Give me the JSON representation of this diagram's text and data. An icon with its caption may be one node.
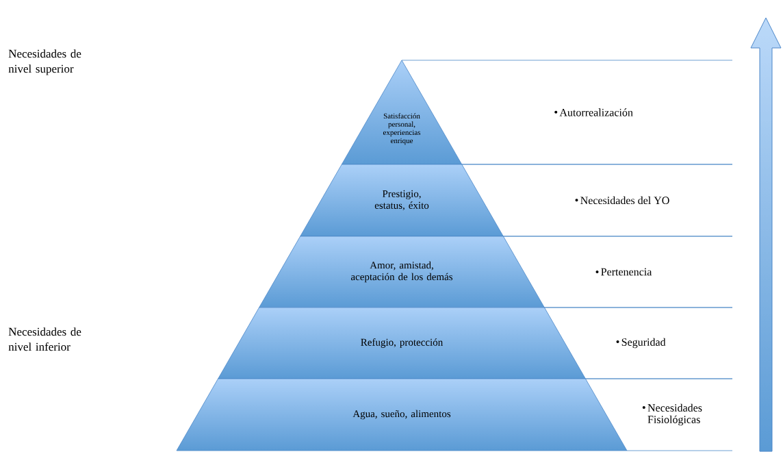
{
  "diagram": {
    "nodes": [
      {
        "text": [
          "Satisfacción personal, experiencias enrique"
        ]
      },
      {
        "text": [
          "Prestigio, estatus, éxito"
        ]
      },
      {
        "text": [
          "Amor, amistad, aceptación de los demás"
        ]
      },
      {
        "text": [
          "Refugio, protección"
        ]
      },
      {
        "text": [
          "Agua, sueño, alimentos"
        ]
      },
      {
        "text": [
          "Autorrealización"
        ]
      },
      {
        "text": [
          "Necesidades del YO"
        ]
      },
      {
        "text": [
          "Pertenencia"
        ]
      },
      {
        "text": [
          "Seguridad"
        ]
      },
      {
        "text": [
          "Necesidades Fisiológicas"
        ]
      }
    ],
    "labels": [
      "Necesidades de nivel superior",
      "Necesidades de nivel inferior"
    ]
  }
}
